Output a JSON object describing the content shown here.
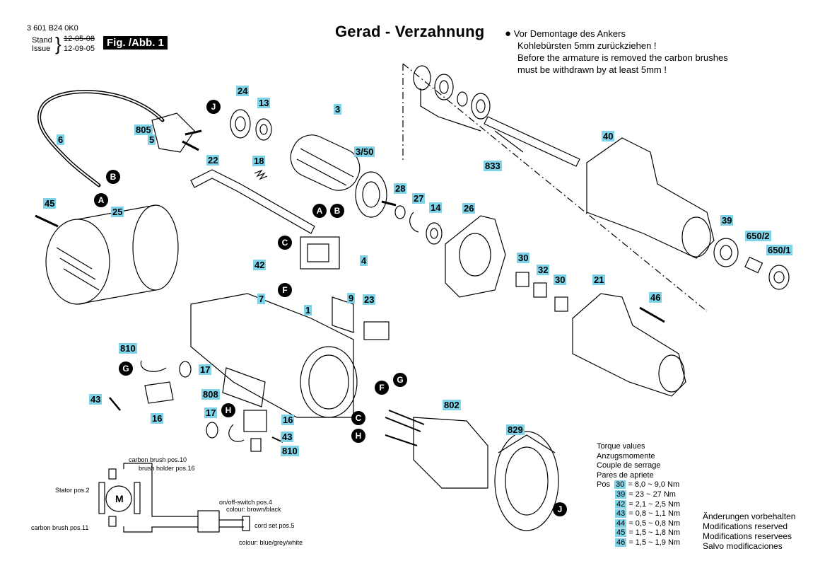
{
  "header": {
    "doc_number": "3 601 B24 0K0",
    "stand_label": "Stand",
    "issue_label": "Issue",
    "stand_date": "12-05-08",
    "issue_date": "12-09-05",
    "fig_label": "Fig. /Abb. 1",
    "title": "Gerad - Verzahnung"
  },
  "note": {
    "bullet": "●",
    "line1": "Vor Demontage des Ankers",
    "line2": "Kohlebürsten 5mm zurückziehen !",
    "line3": "Before the armature is removed the carbon brushes",
    "line4": "must be withdrawn by at least 5mm !"
  },
  "part_labels": {
    "p24": "24",
    "p13": "13",
    "p3": "3",
    "p805": "805",
    "p5": "5",
    "p6": "6",
    "p3_50": "3/50",
    "p22": "22",
    "p18": "18",
    "p40": "40",
    "p833": "833",
    "p28": "28",
    "p27": "27",
    "p14": "14",
    "p26": "26",
    "p45": "45",
    "p25": "25",
    "p39": "39",
    "p650_2": "650/2",
    "p650_1": "650/1",
    "p4": "4",
    "p42": "42",
    "p7": "7",
    "p30a": "30",
    "p32": "32",
    "p30b": "30",
    "p21": "21",
    "p46": "46",
    "p1": "1",
    "p9": "9",
    "p23": "23",
    "p810a": "810",
    "p17a": "17",
    "p43a": "43",
    "p16a": "16",
    "p808": "808",
    "p802": "802",
    "p17b": "17",
    "p16b": "16",
    "p43b": "43",
    "p810b": "810",
    "p829": "829"
  },
  "connector_marks": {
    "J_top": "J",
    "B_cord": "B",
    "A_cord": "A",
    "A_switch": "A",
    "B_switch": "B",
    "C_switch": "C",
    "F_switch": "F",
    "G_brush": "G",
    "H_brush": "H",
    "G_stator": "G",
    "F_stator": "F",
    "C_stator": "C",
    "H_stator": "H",
    "J_bottom": "J"
  },
  "schematic": {
    "brush_top": "carbon brush pos.10",
    "brush_holder": "brush holder pos.16",
    "stator": "Stator pos.2",
    "brush_bottom": "carbon brush pos.11",
    "motor": "M",
    "switch": "on/off-switch pos.4",
    "colour1": "colour: brown/black",
    "cord": "cord set pos.5",
    "colour2": "colour: blue/grey/white"
  },
  "torque": {
    "title1": "Torque values",
    "title2": "Anzugsmomente",
    "title3": "Couple de serrage",
    "title4": "Pares de apriete",
    "pos_label": "Pos",
    "rows": [
      {
        "pos": "30",
        "value": "=  8,0 ~ 9,0 Nm"
      },
      {
        "pos": "39",
        "value": "=  23  ~ 27 Nm"
      },
      {
        "pos": "42",
        "value": "=  2,1 ~ 2,5 Nm"
      },
      {
        "pos": "43",
        "value": "=  0,8 ~ 1,1 Nm"
      },
      {
        "pos": "44",
        "value": "=  0,5 ~ 0,8 Nm"
      },
      {
        "pos": "45",
        "value": "=  1,5 ~ 1,8 Nm"
      },
      {
        "pos": "46",
        "value": "=  1,5 ~ 1,9 Nm"
      }
    ]
  },
  "reserved": {
    "de": "Änderungen vorbehalten",
    "en": "Modifications reserved",
    "fr": "Modifications reservees",
    "es": "Salvo modificaciones"
  },
  "colors": {
    "label_bg": "#7fd3e8",
    "ink": "#000000",
    "paper": "#ffffff"
  }
}
